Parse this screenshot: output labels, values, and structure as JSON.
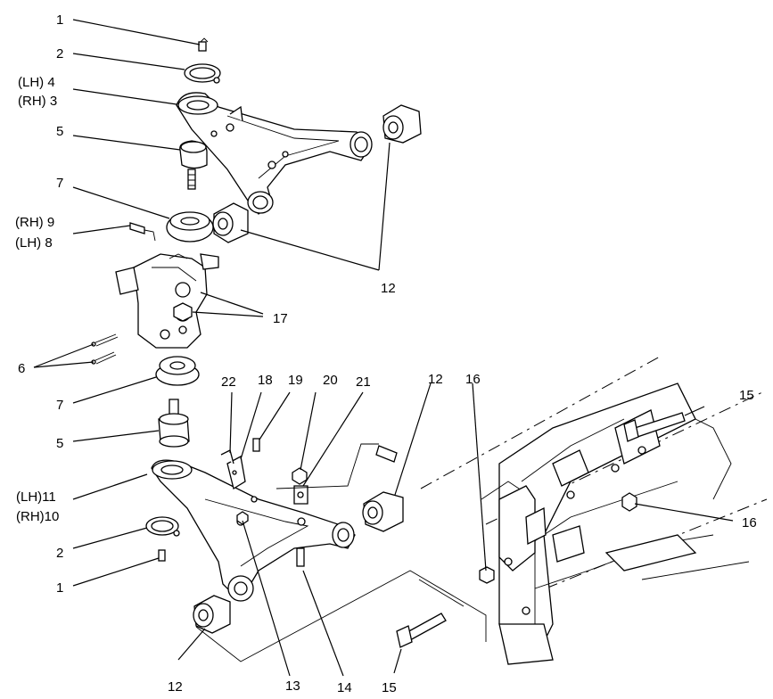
{
  "labels": {
    "n1a": "1",
    "n2a": "2",
    "lh4": "(LH) 4",
    "rh3": "(RH) 3",
    "n5a": "5",
    "n7a": "7",
    "rh9": "(RH) 9",
    "lh8": "(LH) 8",
    "n12a": "12",
    "n17": "17",
    "n6": "6",
    "n7b": "7",
    "n5b": "5",
    "n22": "22",
    "n18": "18",
    "n19": "19",
    "n20": "20",
    "n21": "21",
    "n12b": "12",
    "n16a": "16",
    "n15a": "15",
    "lh11": "(LH)11",
    "rh10": "(RH)10",
    "n16b": "16",
    "n2b": "2",
    "n1b": "1",
    "n12c": "12",
    "n13": "13",
    "n14": "14",
    "n15b": "15"
  }
}
